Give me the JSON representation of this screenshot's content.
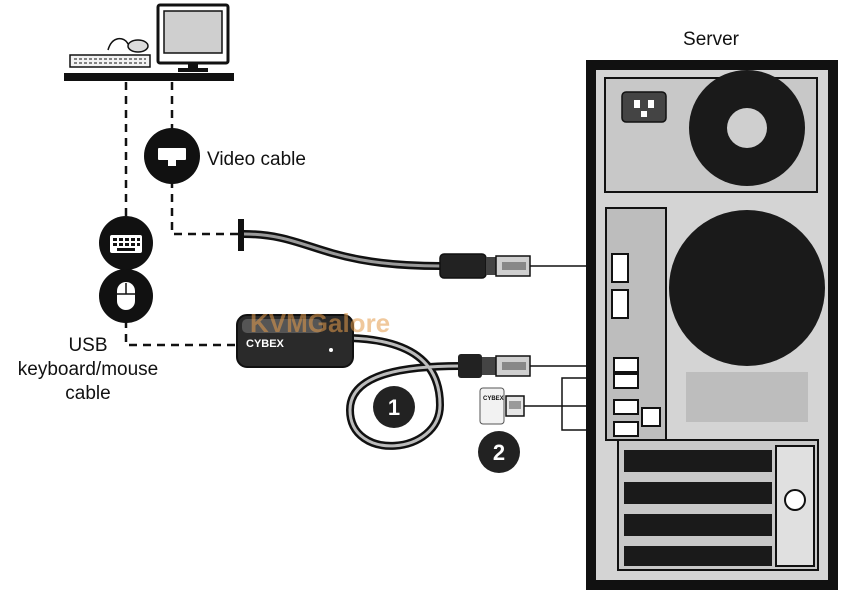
{
  "labels": {
    "server": "Server",
    "video_cable": "Video cable",
    "usb_line1": "USB",
    "usb_line2": "keyboard/mouse",
    "usb_line3": "cable"
  },
  "adapter": {
    "brand": "CYBEX",
    "brand_small": "CYBEX"
  },
  "watermark": "KVMGalore",
  "steps": [
    "1",
    "2"
  ],
  "colors": {
    "ink": "#111111",
    "case_light": "#d8d8d8",
    "case_mid": "#bdbdbd",
    "watermark": "#e39a4a"
  },
  "icons": [
    "monitor-icon",
    "keyboard-icon",
    "mouse-icon",
    "video-port-icon"
  ]
}
